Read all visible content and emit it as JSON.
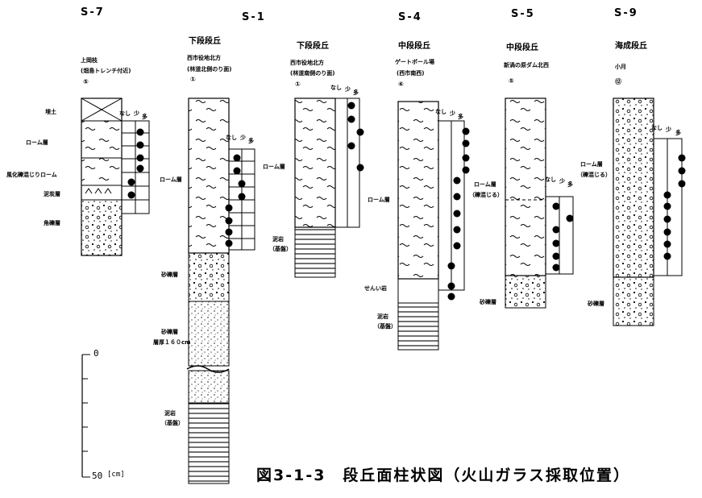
{
  "sites": [
    {
      "id": "S-7",
      "terrace": "",
      "location": "上岡枝",
      "note": "(畑島トレンチ付近)",
      "marker": "⑤"
    },
    {
      "id": "S-1",
      "terrace": "下段段丘",
      "location": "西市役地北方",
      "note": "(林道北側のり面)",
      "marker": "①"
    },
    {
      "id": "",
      "terrace": "下段段丘",
      "location": "西市役地北方",
      "note": "(林道南側のり面)",
      "marker": "①"
    },
    {
      "id": "S-4",
      "terrace": "中段段丘",
      "location": "ゲートボール場",
      "note": "(西市南西)",
      "marker": "⑥"
    },
    {
      "id": "S-5",
      "terrace": "中段段丘",
      "location": "新渦の原ダム北西",
      "note": "",
      "marker": "⑤"
    },
    {
      "id": "S-9",
      "terrace": "海成段丘",
      "location": "小月",
      "note": "",
      "marker": "⑫"
    }
  ],
  "glass_scale": {
    "none": "なし",
    "few": "少",
    "many": "多"
  },
  "layers": {
    "s7": [
      "埋土",
      "ローム層",
      "風化礫混じりローム",
      "泥炭層",
      "角礫層"
    ],
    "s1": [
      "ローム層",
      "砂礫層",
      "砂礫層",
      "層厚１６０cm",
      "泥岩",
      "（基盤）"
    ],
    "s1b": [
      "ローム層",
      "泥岩",
      "（基盤）"
    ],
    "s4": [
      "ローム層",
      "せんい岩",
      "泥岩",
      "（基盤）"
    ],
    "s5": [
      "ローム層",
      "（礫混じる）",
      "砂礫層"
    ],
    "s9": [
      "ローム層",
      "（礫混じる）",
      "砂礫層"
    ]
  },
  "depth_scale": {
    "top": "0",
    "bottom": "50",
    "unit": "[cm]"
  },
  "caption": "図3-1-3　段丘面柱状図（火山ガラス採取位置）"
}
